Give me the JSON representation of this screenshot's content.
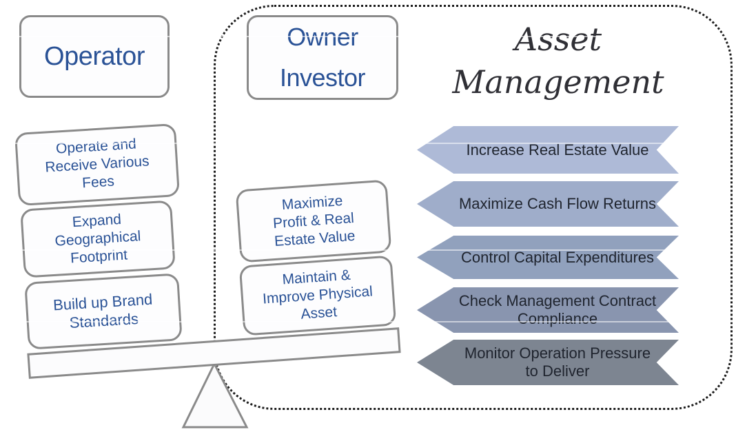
{
  "diagram": {
    "operator": {
      "title": "Operator",
      "items": [
        {
          "label": "Operate and\nReceive Various\nFees"
        },
        {
          "label": "Expand\nGeographical\nFootprint"
        },
        {
          "label": "Build up Brand\nStandards"
        }
      ]
    },
    "owner_investor": {
      "title": "Owner\nInvestor",
      "items": [
        {
          "label": "Maximize\nProfit & Real\nEstate Value"
        },
        {
          "label": "Maintain &\nImprove Physical\nAsset"
        }
      ]
    },
    "asset_management": {
      "title": "Asset\nManagement",
      "items": [
        {
          "label": "Increase Real Estate Value",
          "color": "#aebad7"
        },
        {
          "label": "Maximize Cash Flow Returns",
          "color": "#9fadca"
        },
        {
          "label": "Control Capital Expenditures",
          "color": "#91a1bd"
        },
        {
          "label": "Check Management Contract\nCompliance",
          "color": "#8995af"
        },
        {
          "label": "Monitor Operation Pressure\nto Deliver",
          "color": "#7d8591"
        }
      ]
    },
    "colors": {
      "box_text": "#2a5296",
      "box_border": "#8a8a8a",
      "arrow_text": "#1f242e",
      "script_title_text": "#2f2f35",
      "dotted_border": "#1c1c1c"
    }
  }
}
